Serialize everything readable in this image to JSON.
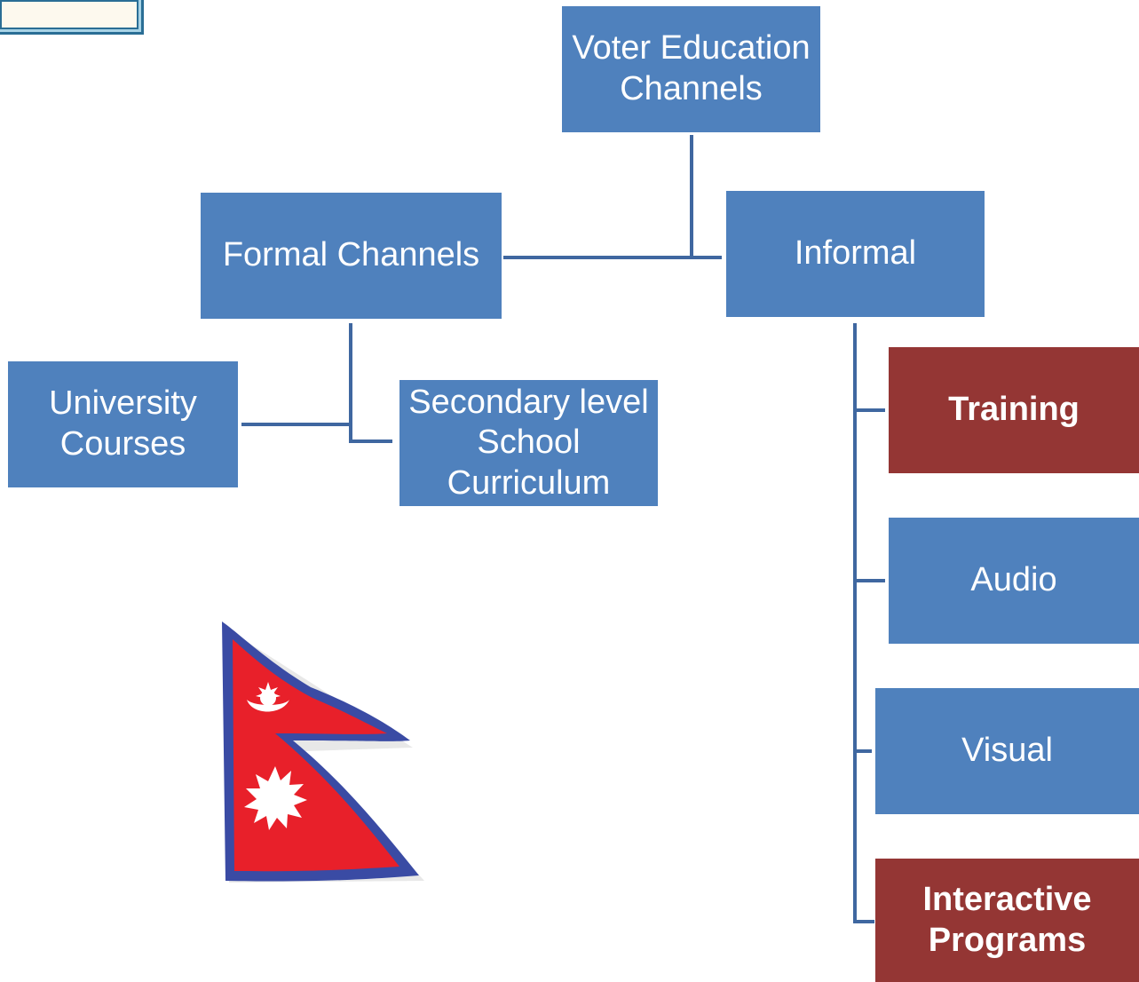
{
  "root": {
    "label": "Voter Education Channels",
    "color": "#4f81bd"
  },
  "formal": {
    "label": "Formal Channels",
    "children": [
      "University Courses",
      "Secondary level School Curriculum"
    ]
  },
  "informal": {
    "label": "Informal",
    "children": [
      {
        "label": "Training",
        "highlight": true
      },
      {
        "label": "Audio",
        "highlight": false
      },
      {
        "label": "Visual",
        "highlight": false
      },
      {
        "label": "Interactive Programs",
        "highlight": true
      }
    ]
  },
  "colors": {
    "node": "#4f81bd",
    "highlight": "#943634",
    "connector": "#3f67a0",
    "text": "#ffffff"
  },
  "flag": {
    "icon": "nepal-flag-icon",
    "colors": [
      "#e8202a",
      "#3a4ba4",
      "#ffffff"
    ]
  },
  "corner": {
    "icon": "framed-panel-icon"
  }
}
